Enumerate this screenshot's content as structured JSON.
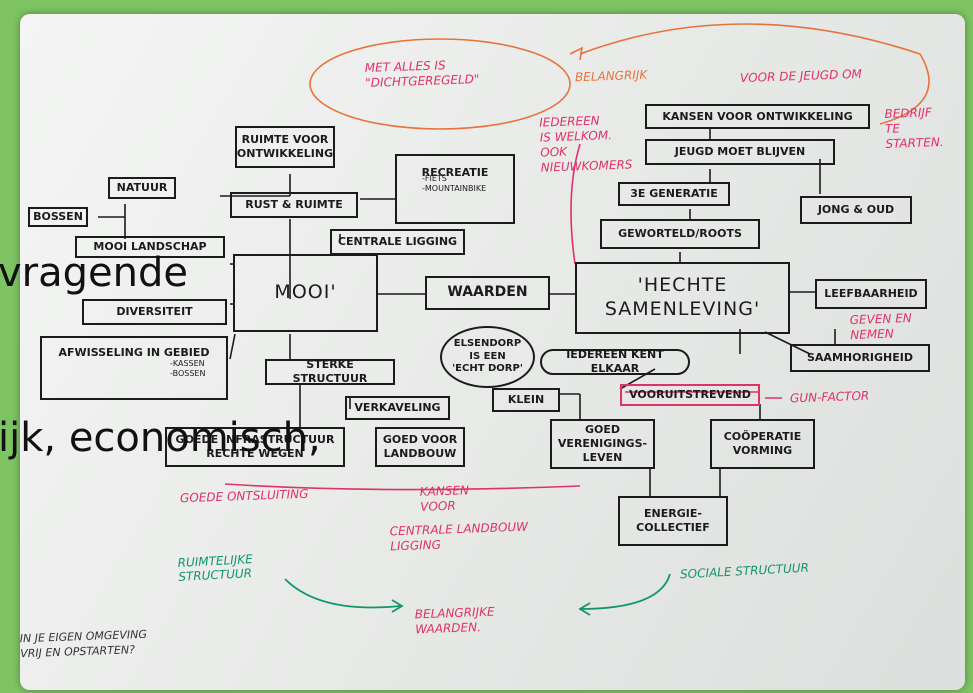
{
  "slide_text": {
    "line1": "vragende",
    "line2": "ijk, economisch,"
  },
  "boxes": {
    "natuur": "NATUUR",
    "bossen": "BOSSEN",
    "mooi_landschap": "MOOI LANDSCHAP",
    "diversiteit": "DIVERSITEIT",
    "afwisseling": "AFWISSELING IN GEBIED",
    "afwisseling_sub": "-KASSEN\n-BOSSEN",
    "ruimte_ontwikkeling": "RUIMTE VOOR\nONTWIKKELING",
    "rust_ruimte": "RUST & RUIMTE",
    "recreatie": "RECREATIE",
    "recreatie_sub": "-FIETS\n-MOUNTAINBIKE",
    "centrale_ligging": "CENTRALE LIGGING",
    "mooi": "MOOI'",
    "waarden": "WAARDEN",
    "sterke_structuur": "STERKE STRUCTUUR",
    "verkaveling": "VERKAVELING",
    "goede_infra": "GOEDE INFRASTRUCTUUR\nRECHTE WEGEN",
    "goed_voor_landbouw": "GOED VOOR\nLANDBOUW",
    "hechte": "'HECHTE\nSAMENLEVING'",
    "elsendorp": "ELSENDORP\nIS EEN\n'ECHT DORP'",
    "iedereen_kent": "IEDEREEN KENT ELKAAR",
    "klein": "KLEIN",
    "vooruitstrevend": "VOORUITSTREVEND",
    "goed_verenigingsleven": "GOED\nVERENIGINGS-\nLEVEN",
    "cooperatie": "COÖPERATIE\nVORMING",
    "energie": "ENERGIE-\nCOLLECTIEF",
    "kansen": "KANSEN VOOR ONTWIKKELING",
    "jeugd": "JEUGD MOET BLIJVEN",
    "generatie": "3E GENERATIE",
    "geworteld": "GEWORTELD/ROOTS",
    "jong_oud": "JONG & OUD",
    "leefbaarheid": "LEEFBAARHEID",
    "saamhorigheid": "SAAMHORIGHEID"
  },
  "pink_notes": {
    "met_alles": "MET ALLES IS\n\"DICHTGEREGELD\"",
    "belangrijk": "BELANGRIJK",
    "voor_de_jeugd": "VOOR DE JEUGD OM",
    "bedrijf": "BEDRIJF\nTE\nSTARTEN.",
    "iedereen_welkom": "IEDEREEN\nIS WELKOM.\nOOK\nNIEUWKOMERS",
    "geven_nemen": "GEVEN EN\nNEMEN",
    "gun_factor": "GUN-FACTOR",
    "goede_ontsluiting": "GOEDE ONTSLUITING",
    "kansen_voor": "KANSEN\nVOOR",
    "centrale_ligging": "CENTRALE LANDBOUW\nLIGGING"
  },
  "green_notes": {
    "ruimtelijke": "RUIMTELIJKE\nSTRUCTUUR",
    "sociale": "SOCIALE STRUCTUUR",
    "belangrijke": "BELANGRIJKE\nWAARDEN."
  },
  "ink_notes": {
    "bottom_left": "IN JE EIGEN OMGEVING\nVRIJ EN OPSTARTEN?"
  },
  "colors": {
    "background": "#7ec463",
    "paper": "#eef0ee",
    "ink": "#1b1b1b",
    "pink": "#e0316a",
    "green": "#12966a",
    "orange": "#e8733a"
  }
}
